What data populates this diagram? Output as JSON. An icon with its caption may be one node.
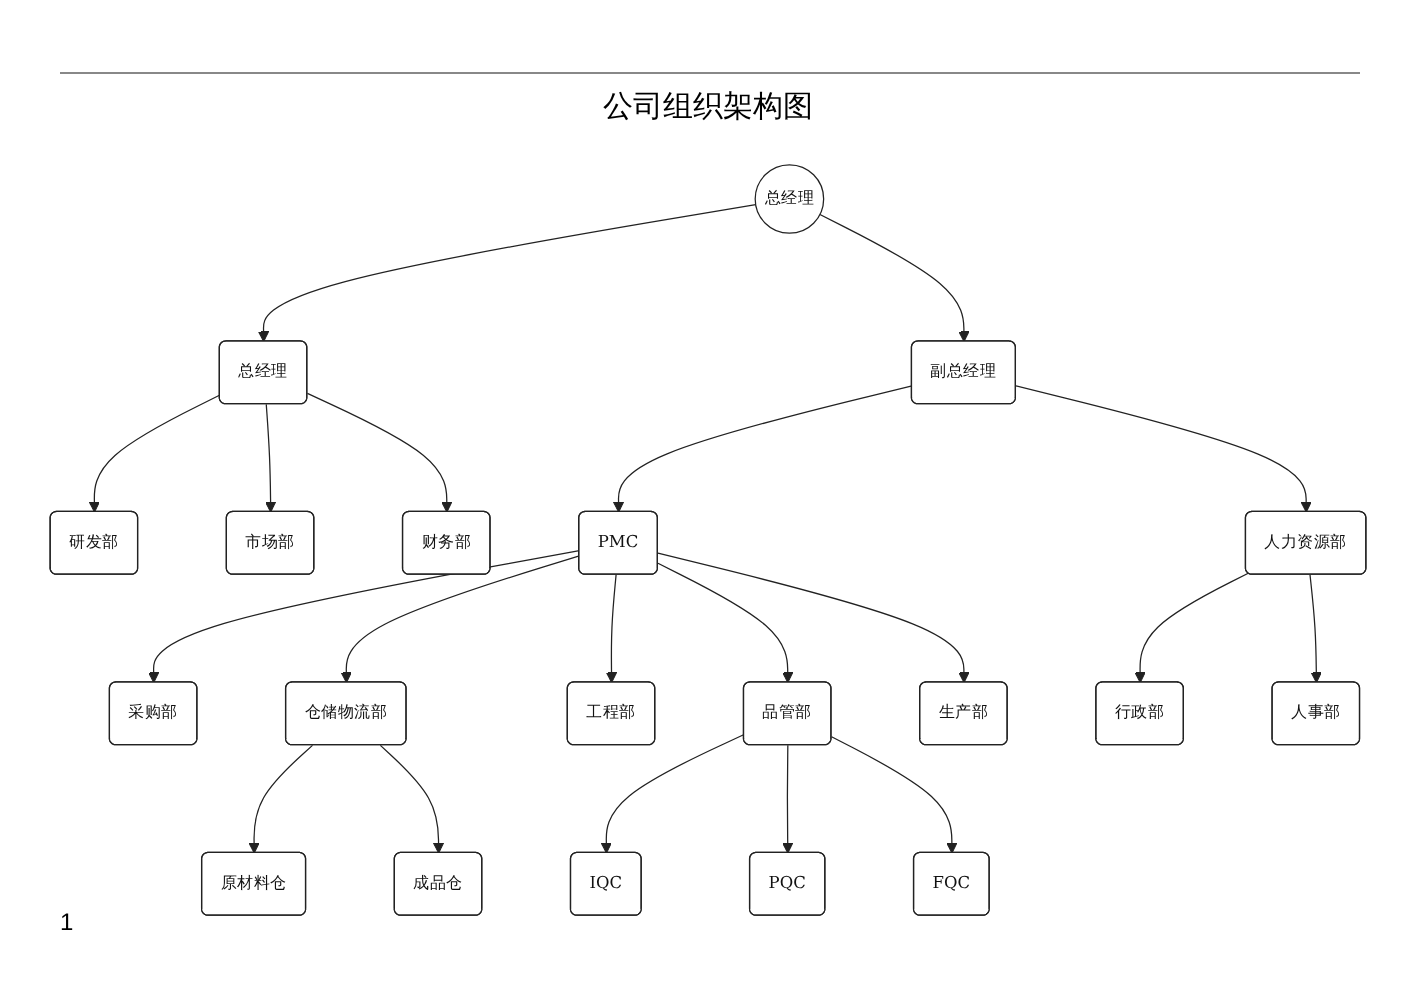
{
  "diagram": {
    "title": "公司组织架构图",
    "nodes": [
      {
        "text": [
          "总经理"
        ]
      },
      {
        "text": [
          "总经理"
        ]
      },
      {
        "text": [
          "副总经理"
        ]
      },
      {
        "text": [
          "研发部"
        ]
      },
      {
        "text": [
          "市场部"
        ]
      },
      {
        "text": [
          "财务部"
        ]
      },
      {
        "text": [
          "PMC"
        ]
      },
      {
        "text": [
          "人力资源部"
        ]
      },
      {
        "text": [
          "采购部"
        ]
      },
      {
        "text": [
          "仓储物流部"
        ]
      },
      {
        "text": [
          "工程部"
        ]
      },
      {
        "text": [
          "品管部"
        ]
      },
      {
        "text": [
          "生产部"
        ]
      },
      {
        "text": [
          "行政部"
        ]
      },
      {
        "text": [
          "人事部"
        ]
      },
      {
        "text": [
          "原材料仓"
        ]
      },
      {
        "text": [
          "成品仓"
        ]
      },
      {
        "text": [
          "IQC"
        ]
      },
      {
        "text": [
          "PQC"
        ]
      },
      {
        "text": [
          "FQC"
        ]
      }
    ],
    "edges": [
      {
        "from": 0,
        "to": 1,
        "arrow": "to"
      },
      {
        "from": 0,
        "to": 2,
        "arrow": "to"
      },
      {
        "from": 1,
        "to": 3,
        "arrow": "to"
      },
      {
        "from": 1,
        "to": 4,
        "arrow": "to"
      },
      {
        "from": 1,
        "to": 5,
        "arrow": "to"
      },
      {
        "from": 2,
        "to": 6,
        "arrow": "to"
      },
      {
        "from": 2,
        "to": 7,
        "arrow": "to"
      },
      {
        "from": 6,
        "to": 8,
        "arrow": "to"
      },
      {
        "from": 6,
        "to": 9,
        "arrow": "to"
      },
      {
        "from": 6,
        "to": 10,
        "arrow": "to"
      },
      {
        "from": 6,
        "to": 11,
        "arrow": "to"
      },
      {
        "from": 6,
        "to": 12,
        "arrow": "to"
      },
      {
        "from": 7,
        "to": 13,
        "arrow": "to"
      },
      {
        "from": 7,
        "to": 14,
        "arrow": "to"
      },
      {
        "from": 9,
        "to": 15,
        "arrow": "to"
      },
      {
        "from": 9,
        "to": 16,
        "arrow": "to"
      },
      {
        "from": 11,
        "to": 17,
        "arrow": "to"
      },
      {
        "from": 11,
        "to": 18,
        "arrow": "to"
      },
      {
        "from": 11,
        "to": 19,
        "arrow": "to"
      }
    ],
    "labels": [
      "1"
    ]
  }
}
